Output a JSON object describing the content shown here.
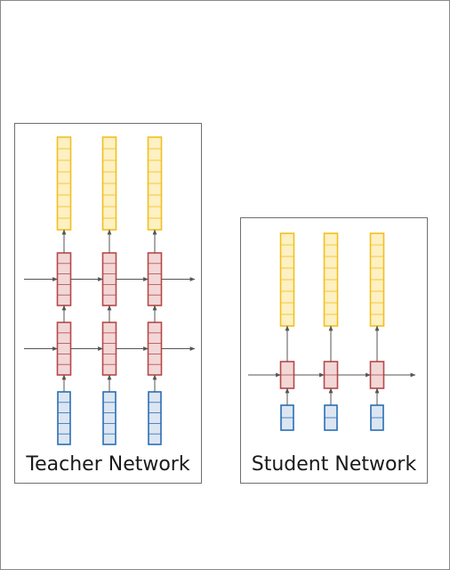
{
  "teacher": {
    "caption": "Teacher Network",
    "output_cells": 8,
    "hidden_cells": 5,
    "input_cells": 5,
    "hidden_layers": 2,
    "timesteps": 3
  },
  "student": {
    "caption": "Student Network",
    "output_cells": 8,
    "hidden_cells": 2,
    "input_cells": 2,
    "hidden_layers": 1,
    "timesteps": 3
  },
  "colors": {
    "output_fill": "#fdf0c2",
    "output_stroke": "#f0c020",
    "hidden_fill": "#f2d7d7",
    "hidden_stroke": "#b84848",
    "input_fill": "#dce6f2",
    "input_stroke": "#2a6eb6",
    "arrow": "#555555"
  }
}
